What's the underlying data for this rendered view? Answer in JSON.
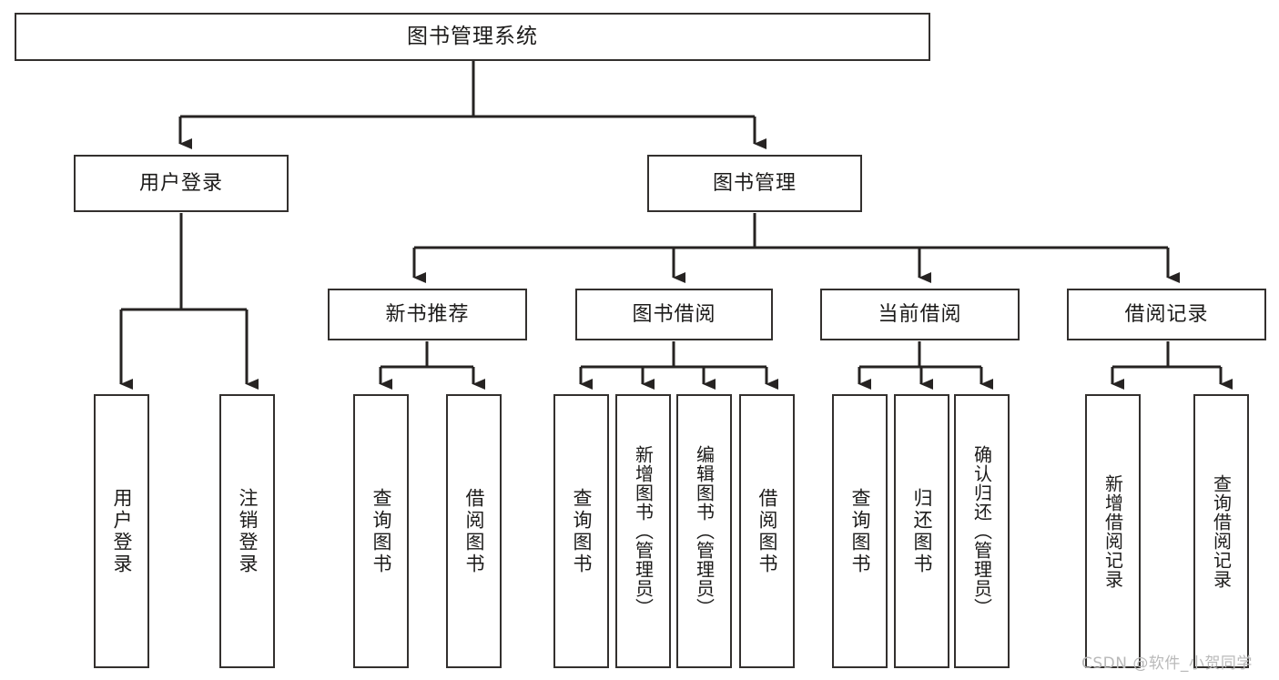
{
  "diagram": {
    "title": "图书管理系统",
    "type": "tree-hierarchy",
    "watermark": "CSDN @软件_小贺同学",
    "colors": {
      "box_border": "#33302e",
      "box_fill": "#ffffff",
      "line": "#262322",
      "text": "#1c1b1a",
      "watermark": "#b9b9b9",
      "background": "#ffffff"
    },
    "levels": {
      "root": {
        "label": "图书管理系统"
      },
      "level2": [
        {
          "label": "用户登录"
        },
        {
          "label": "图书管理"
        }
      ],
      "level3": [
        {
          "label": "新书推荐"
        },
        {
          "label": "图书借阅"
        },
        {
          "label": "当前借阅"
        },
        {
          "label": "借阅记录"
        }
      ],
      "leaves": {
        "user_login": [
          {
            "label": "用户登录"
          },
          {
            "label": "注销登录"
          }
        ],
        "new_book_recommend": [
          {
            "label": "查询图书"
          },
          {
            "label": "借阅图书"
          }
        ],
        "book_borrow": [
          {
            "label": "查询图书"
          },
          {
            "label": "新增图书（管理员）"
          },
          {
            "label": "编辑图书（管理员）"
          },
          {
            "label": "借阅图书"
          }
        ],
        "current_borrow": [
          {
            "label": "查询图书"
          },
          {
            "label": "归还图书"
          },
          {
            "label": "确认归还（管理员）"
          }
        ],
        "borrow_record": [
          {
            "label": "新增借阅记录"
          },
          {
            "label": "查询借阅记录"
          }
        ]
      }
    }
  }
}
